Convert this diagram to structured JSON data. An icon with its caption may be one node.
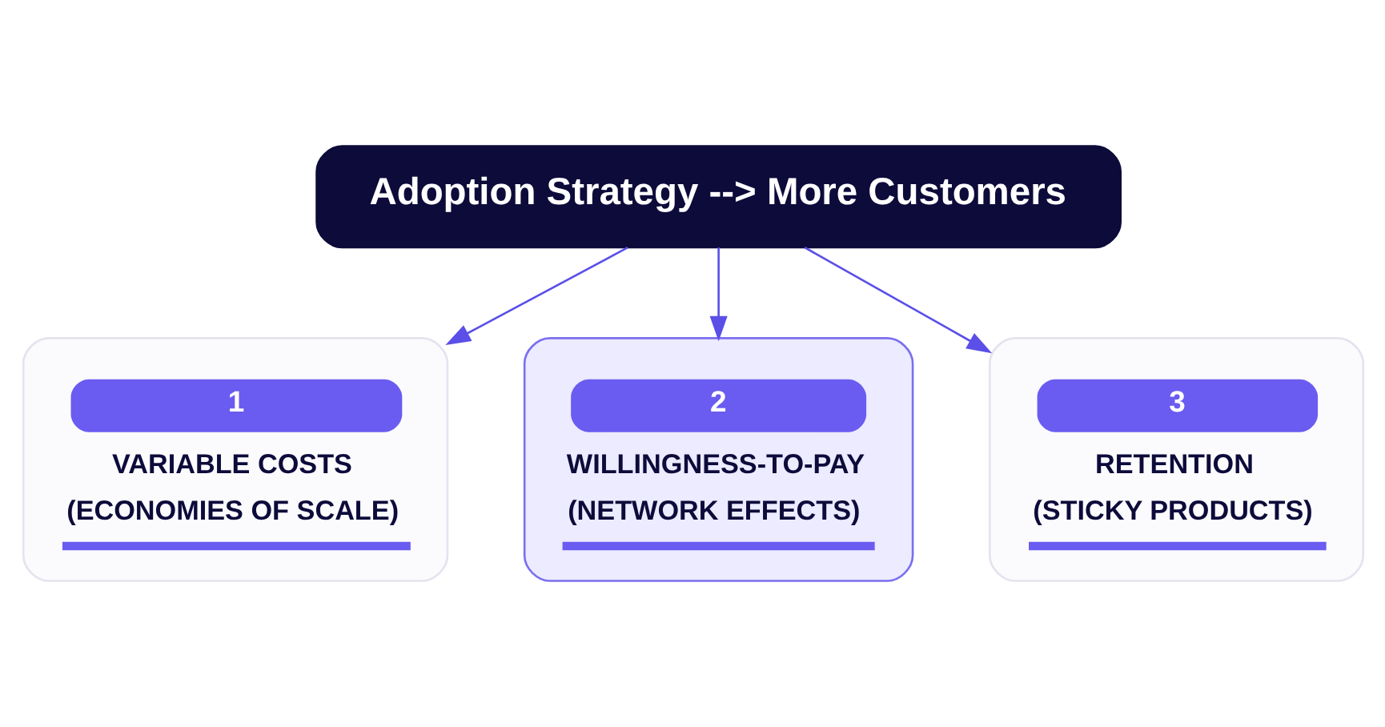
{
  "diagram": {
    "nodes": [
      {
        "text": [
          "Adoption Strategy --> More Customers"
        ]
      },
      {
        "text": [
          "1",
          "VARIABLE COSTS",
          "(ECONOMIES OF SCALE)"
        ]
      },
      {
        "text": [
          "2",
          "WILLINGNESS-TO-PAY",
          "(NETWORK EFFECTS)"
        ]
      },
      {
        "text": [
          "3",
          "RETENTION",
          "(STICKY PRODUCTS)"
        ]
      }
    ],
    "edges": [
      {
        "from": 0,
        "to": 1,
        "arrow": "to"
      },
      {
        "from": 0,
        "to": 2,
        "arrow": "to"
      },
      {
        "from": 0,
        "to": 3,
        "arrow": "to"
      }
    ]
  }
}
